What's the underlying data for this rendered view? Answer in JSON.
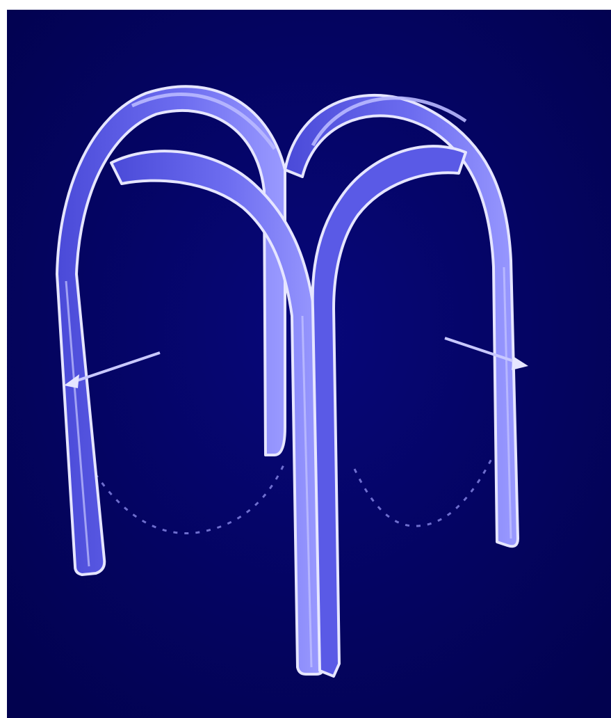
{
  "diagram": {
    "subject": "",
    "colors": {
      "background": "#03035f",
      "ribbon_fill": "#6d6df0",
      "ribbon_shade": "#4a4ad8",
      "ribbon_highlight": "#b9b9ff",
      "ribbon_edge": "#e6e6ff",
      "arrow": "#c8c8ff",
      "dashed_arc": "#8a8ae8"
    },
    "arrows": [
      {
        "id": "left-force-arrow",
        "direction": "outward-left"
      },
      {
        "id": "right-force-arrow",
        "direction": "outward-right"
      }
    ],
    "dashed_arcs": [
      {
        "id": "left-base-arc"
      },
      {
        "id": "right-base-arc"
      }
    ]
  }
}
